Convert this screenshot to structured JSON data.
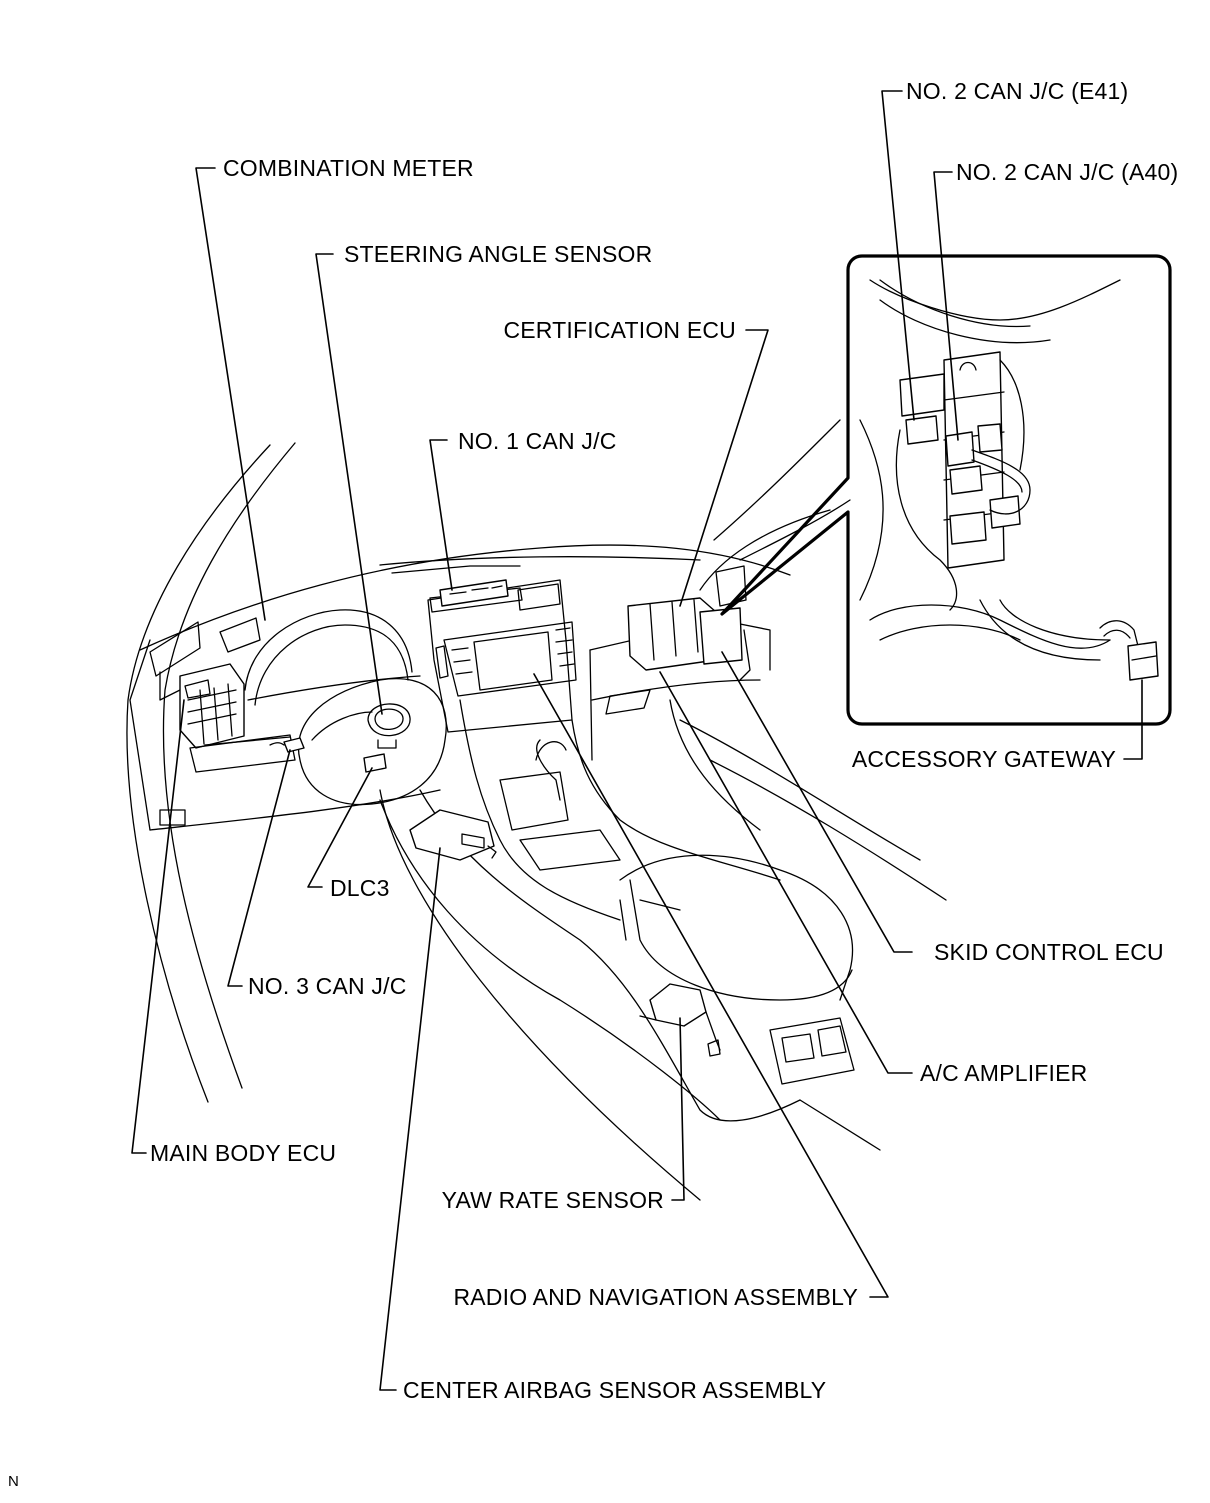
{
  "labels": {
    "no2_can_e41": "NO. 2 CAN J/C (E41)",
    "no2_can_a40": "NO. 2 CAN J/C (A40)",
    "combination_meter": "COMBINATION METER",
    "steering_angle_sensor": "STEERING ANGLE SENSOR",
    "certification_ecu": "CERTIFICATION ECU",
    "no1_can": "NO. 1 CAN J/C",
    "accessory_gateway": "ACCESSORY GATEWAY",
    "dlc3": "DLC3",
    "skid_control_ecu": "SKID CONTROL ECU",
    "no3_can": "NO. 3 CAN J/C",
    "ac_amplifier": "A/C AMPLIFIER",
    "main_body_ecu": "MAIN BODY ECU",
    "yaw_rate_sensor": "YAW RATE SENSOR",
    "radio_nav": "RADIO AND NAVIGATION ASSEMBLY",
    "center_airbag": "CENTER AIRBAG SENSOR ASSEMBLY",
    "corner_mark": "N"
  }
}
